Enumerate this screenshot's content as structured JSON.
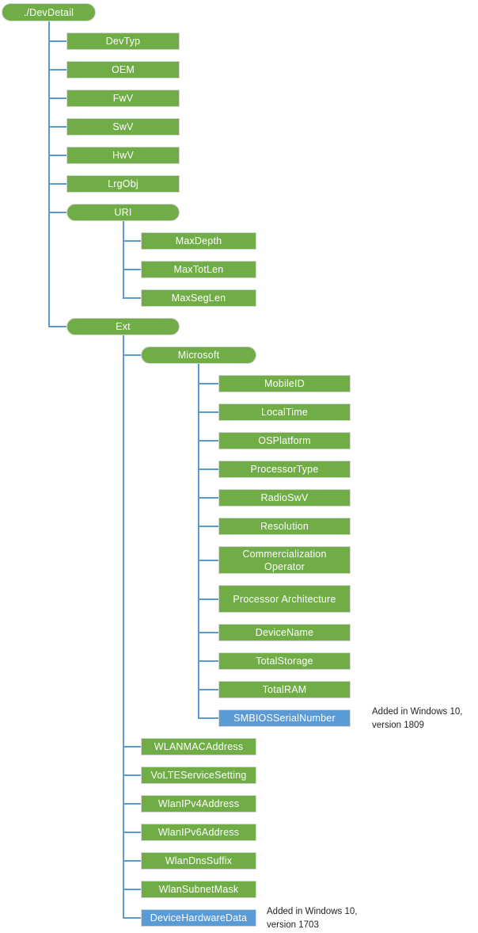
{
  "colors": {
    "node_green": "#70AD47",
    "node_blue": "#5B9BD5",
    "connector_blue": "#5B9BD5",
    "node_border": "#D6D6D6",
    "note_text": "#1F1F1F",
    "node_text": "#FFFFFF",
    "background": "#FFFFFF"
  },
  "tree": {
    "label": "./DevDetail",
    "shape": "pill",
    "children": [
      {
        "label": "DevTyp"
      },
      {
        "label": "OEM"
      },
      {
        "label": "FwV"
      },
      {
        "label": "SwV"
      },
      {
        "label": "HwV"
      },
      {
        "label": "LrgObj"
      },
      {
        "label": "URI",
        "shape": "pill",
        "children": [
          {
            "label": "MaxDepth"
          },
          {
            "label": "MaxTotLen"
          },
          {
            "label": "MaxSegLen"
          }
        ]
      },
      {
        "label": "Ext",
        "shape": "pill",
        "children": [
          {
            "label": "Microsoft",
            "shape": "pill",
            "children": [
              {
                "label": "MobileID"
              },
              {
                "label": "LocalTime"
              },
              {
                "label": "OSPlatform"
              },
              {
                "label": "ProcessorType"
              },
              {
                "label": "RadioSwV"
              },
              {
                "label": "Resolution"
              },
              {
                "label": "Commercialization Operator",
                "lines": 2
              },
              {
                "label": "Processor Architecture",
                "lines": 2
              },
              {
                "label": "DeviceName"
              },
              {
                "label": "TotalStorage"
              },
              {
                "label": "TotalRAM"
              },
              {
                "label": "SMBIOSSerialNumber",
                "color": "blue",
                "annotation": "Added in Windows 10,\nversion 1809"
              }
            ]
          },
          {
            "label": "WLANMACAddress"
          },
          {
            "label": "VoLTEServiceSetting"
          },
          {
            "label": "WlanIPv4Address"
          },
          {
            "label": "WlanIPv6Address"
          },
          {
            "label": "WlanDnsSuffix"
          },
          {
            "label": "WlanSubnetMask"
          },
          {
            "label": "DeviceHardwareData",
            "color": "blue",
            "annotation": "Added in Windows 10,\nversion 1703"
          }
        ]
      }
    ]
  }
}
